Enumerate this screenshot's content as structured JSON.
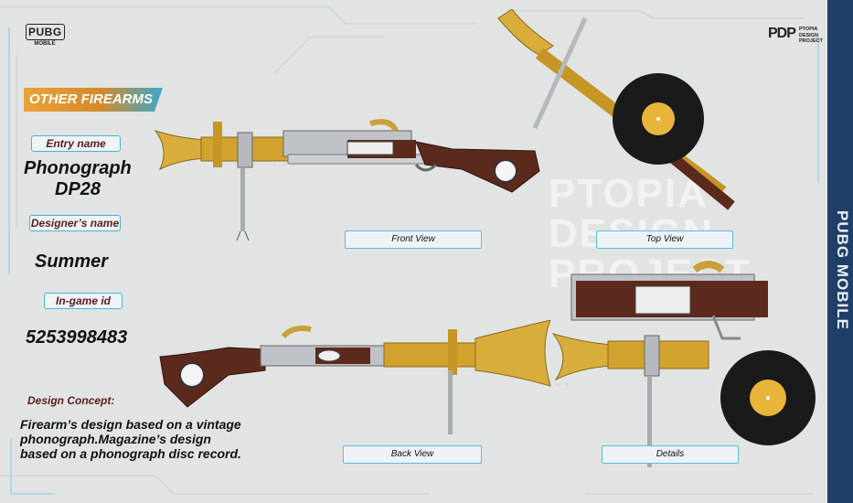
{
  "logos": {
    "pubg_big": "PUBG",
    "pubg_small": "MOBILE",
    "pdp_mark": "PDP",
    "pdp_line1": "PTOPIA",
    "pdp_line2": "DESIGN",
    "pdp_line3": "PROJECT"
  },
  "category": "OTHER FIREARMS",
  "entry": {
    "label": "Entry name",
    "value_line1": "Phonograph",
    "value_line2": "DP28"
  },
  "designer": {
    "label": "Designer’s name",
    "value": "Summer"
  },
  "ingame": {
    "label": "In-game id",
    "value": "5253998483"
  },
  "concept": {
    "heading": "Design Concept:",
    "text": "Firearm’s design based on a vintage phonograph.Magazine’s design based on a phonograph disc record."
  },
  "views": {
    "front": "Front View",
    "top": "Top View",
    "back": "Back View",
    "details": "Details"
  },
  "watermark": "PTOPIA\nDESIGN\nPROJECT",
  "side_strip": "PUBG MOBILE",
  "colors": {
    "background": "#e2e3e3",
    "accent_blue": "#4cb3d6",
    "banner_orange": "#e9a23b",
    "brass": "#d4a62a",
    "wood": "#5b2a1c",
    "steel": "#b9bcc0",
    "record_black": "#1a1a1a",
    "strip_navy": "#1f3f69"
  }
}
